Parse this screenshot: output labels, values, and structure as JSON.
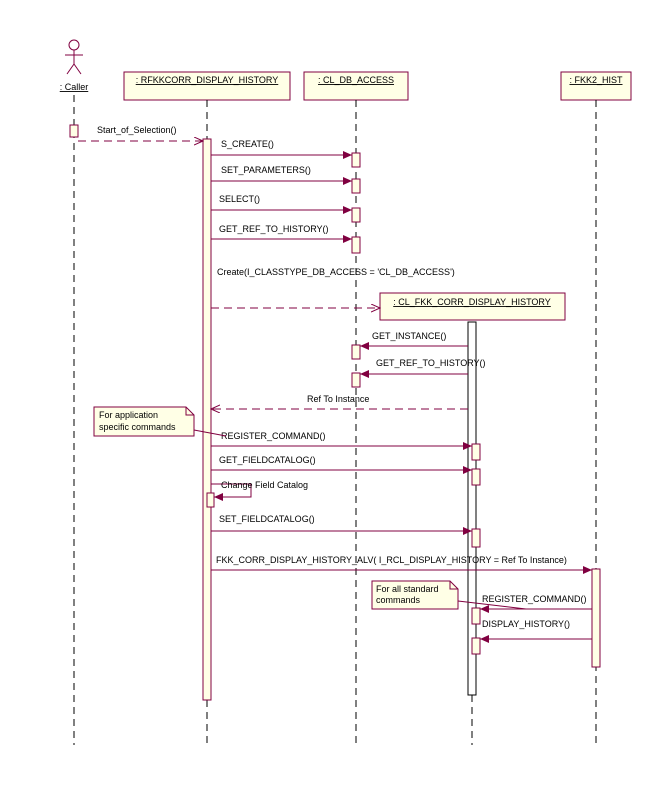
{
  "actor": {
    "name": ": Caller"
  },
  "objects": {
    "history_report": ": RFKKCORR_DISPLAY_HISTORY",
    "db_access": ": CL_DB_ACCESS",
    "hist": ": FKK2_HIST",
    "display_history": ": CL_FKK_CORR_DISPLAY_HISTORY"
  },
  "messages": {
    "start_of_selection": "Start_of_Selection()",
    "s_create": "S_CREATE()",
    "set_parameters": "SET_PARAMETERS()",
    "select": "SELECT()",
    "get_ref_to_history_1": "GET_REF_TO_HISTORY()",
    "create": "Create(I_CLASSTYPE_DB_ACCESS = 'CL_DB_ACCESS')",
    "get_instance": "GET_INSTANCE()",
    "get_ref_to_history_2": "GET_REF_TO_HISTORY()",
    "ref_to_instance": "Ref To Instance",
    "register_command_1": "REGISTER_COMMAND()",
    "get_fieldcatalog": "GET_FIELDCATALOG()",
    "change_field_catalog": "Change Field Catalog",
    "set_fieldcatalog": "SET_FIELDCATALOG()",
    "fkk_alv": "FKK_CORR_DISPLAY_HISTORY_ALV( I_RCL_DISPLAY_HISTORY = Ref To Instance)",
    "register_command_2": "REGISTER_COMMAND()",
    "display_history": "DISPLAY_HISTORY()"
  },
  "notes": {
    "application": [
      "For application",
      "specific commands"
    ],
    "standard": [
      "For all standard",
      "commands"
    ]
  }
}
